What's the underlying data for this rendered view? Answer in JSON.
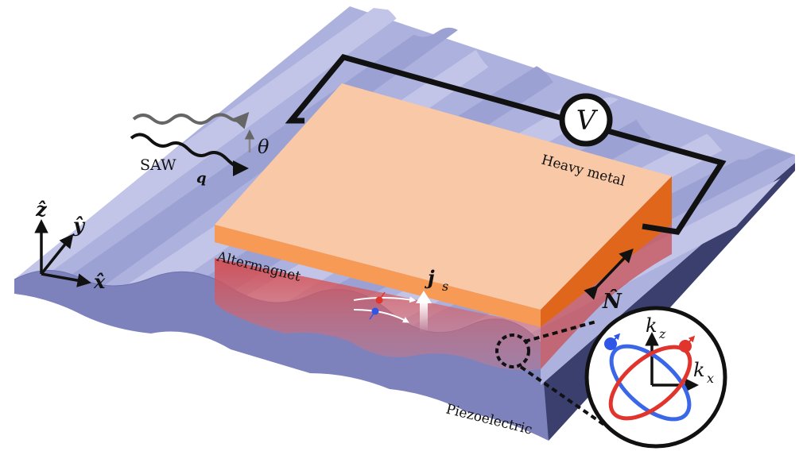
{
  "labels": {
    "heavy_metal": "Heavy metal",
    "altermagnet": "Altermagnet",
    "piezoelectric": "Piezoelectric",
    "saw": "SAW",
    "q": "q",
    "theta": "θ",
    "voltmeter": "V",
    "spin_current_main": "j",
    "spin_current_sub": "s",
    "neel_vector": "N̂",
    "axis_z": "ẑ",
    "axis_y": "ŷ",
    "axis_x": "x̂",
    "kz_main": "k",
    "kz_sub": "z",
    "kx_main": "k",
    "kx_sub": "x"
  },
  "colors": {
    "substrate_light": "#b4b7e0",
    "substrate_dark": "#8e92c8",
    "substrate_side": "#3b3f6e",
    "heavy_metal_top": "#f9c9a7",
    "heavy_metal_front": "#f79a55",
    "heavy_metal_side": "#e0661c",
    "altermagnet": "#d9524a",
    "spin_up": "#e0342c",
    "spin_down": "#2f56e6"
  }
}
